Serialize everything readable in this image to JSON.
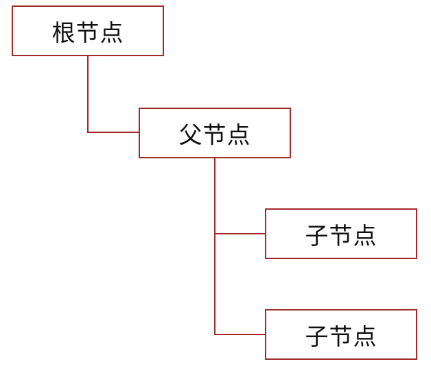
{
  "colors": {
    "border": "#a12a2a",
    "connector": "#a12a2a",
    "text": "#111111"
  },
  "nodes": {
    "root": {
      "label": "根节点"
    },
    "parent": {
      "label": "父节点"
    },
    "child1": {
      "label": "子节点"
    },
    "child2": {
      "label": "子节点"
    }
  }
}
